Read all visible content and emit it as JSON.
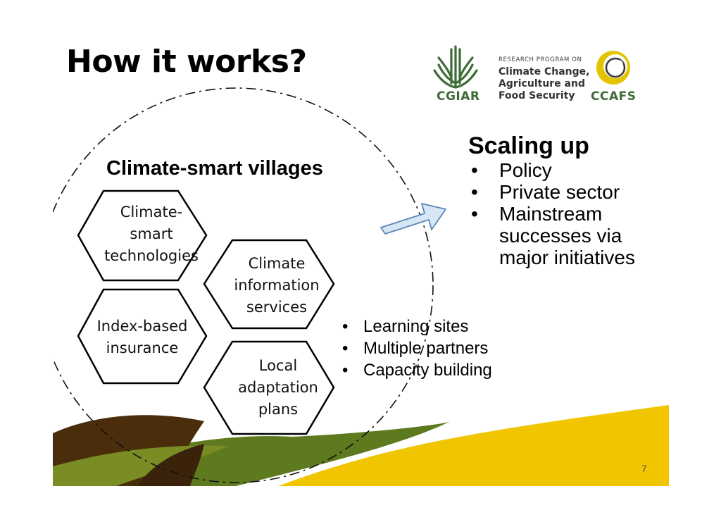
{
  "slide": {
    "title": "How it works?",
    "page_number": "7"
  },
  "logos": {
    "cgiar": "CGIAR",
    "research_program_on": "RESEARCH PROGRAM ON",
    "program_lines": [
      "Climate Change,",
      "Agriculture and",
      "Food Security"
    ],
    "ccafs": "CCAFS"
  },
  "village": {
    "title": "Climate-smart villages",
    "hexagons": [
      {
        "lines": [
          "Climate-",
          "smart",
          "technologies"
        ]
      },
      {
        "lines": [
          "Climate",
          "information",
          "services"
        ]
      },
      {
        "lines": [
          "Index-based",
          "insurance"
        ]
      },
      {
        "lines": [
          "Local",
          "adaptation",
          "plans"
        ]
      }
    ]
  },
  "site_features": [
    "Learning sites",
    "Multiple partners",
    "Capacity building"
  ],
  "scaling": {
    "heading": "Scaling up",
    "items": [
      "Policy",
      "Private sector",
      "Mainstream successes via major initiatives"
    ]
  },
  "colors": {
    "cgiar_green": "#3d6c36",
    "ccafs_yellow": "#e2c400",
    "hill_brown": "#4a2e0b",
    "hill_green": "#5d7a1f",
    "hill_yellow": "#f1c500",
    "arrow_fill": "#d6e6f5",
    "arrow_stroke": "#5a87b8"
  },
  "icons": [
    "cgiar-wheat-logo",
    "ccafs-circle-logo",
    "right-arrow-icon"
  ]
}
